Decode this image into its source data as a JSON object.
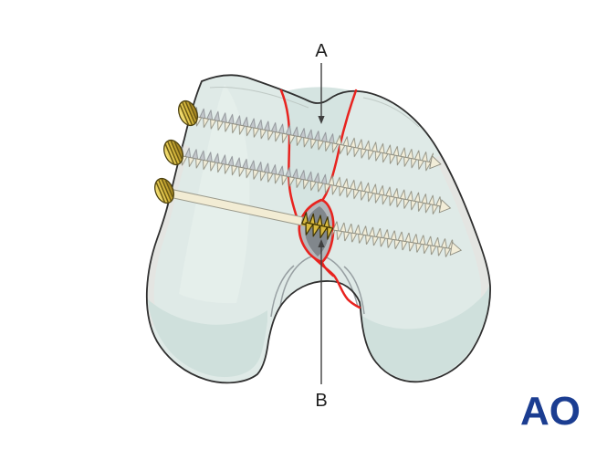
{
  "figure": {
    "label_a": "A",
    "label_b": "B"
  },
  "branding": {
    "logo_text": "AO",
    "logo_color": "#1b3d91"
  },
  "scene": {
    "colors": {
      "background": "#ffffff",
      "bone_fill": "#dfeae7",
      "bone_shade": "#cfe0dc",
      "fracture_band_shade": "#d5e4e1",
      "cartilage": "#e4e5e2",
      "outline": "#303030",
      "fracture_red": "#e8231f",
      "screw_thread_cream": "#f2edd8",
      "screw_thread_gray": "#c3c7cb",
      "screw_head_gold": "#d9ba3e",
      "fragment_gray": "#b2b7bb",
      "indicator_line": "#3f3f3f"
    }
  }
}
